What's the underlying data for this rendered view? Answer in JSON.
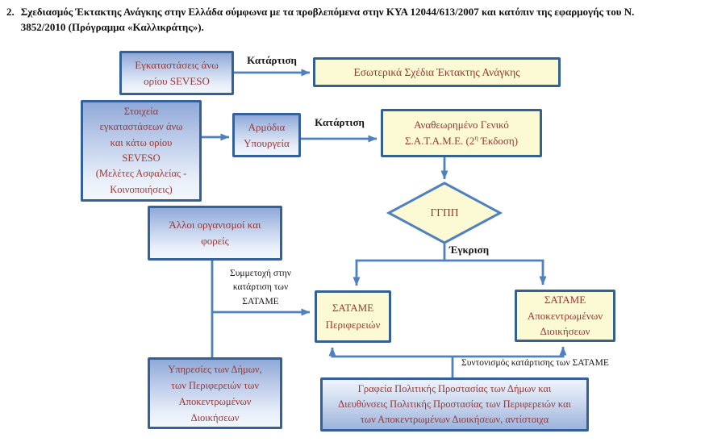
{
  "title": {
    "number": "2.",
    "text": [
      "Σχεδιασμός Έκτακτης Ανάγκης στην Ελλάδα σύμφωνα με τα προβλεπόμενα στην ΚΥΑ 12044/613/2007 και κατόπιν της εφαρμογής του Ν.",
      "3852/2010 (Πρόγραμμα «Καλλικράτης»)."
    ]
  },
  "nodes": {
    "seveso_upper": [
      "Εγκαταστάσεις άνω",
      "ορίου SEVESO"
    ],
    "internal_plans": "Εσωτερικά Σχέδια Έκτακτης Ανάγκης",
    "facilities_data": [
      "Στοιχεία",
      "εγκαταστάσεων άνω",
      "και κάτω ορίου",
      "SEVESO",
      "(Μελέτες Ασφαλείας -",
      "Κοινοποιήσεις)"
    ],
    "ministries": [
      "Αρμόδια",
      "Υπουργεία"
    ],
    "revised_satame": {
      "line1": "Αναθεωρημένο Γενικό",
      "line2_pre": "Σ.Α.Τ.Α.Μ.Ε. (2",
      "line2_sup": "η",
      "line2_post": " Έκδοση)"
    },
    "ggpp": "ΓΓΠΠ",
    "other_orgs": [
      "Άλλοι οργανισμοί και",
      "φορείς"
    ],
    "satame_regions": [
      "ΣΑΤΑΜΕ",
      "Περιφερειών"
    ],
    "satame_decentralized": [
      "ΣΑΤΑΜΕ",
      "Αποκεντρωμένων",
      "Διοικήσεων"
    ],
    "municipal_services": [
      "Υπηρεσίες των Δήμων,",
      "των Περιφερειών των",
      "Αποκεντρωμένων",
      "Διοικήσεων"
    ],
    "civil_protection_offices": [
      "Γραφεία Πολιτικής Προστασίας των Δήμων και",
      "Διευθύνσεις Πολιτικής Προστασίας των Περιφερειών και",
      "των Αποκεντρωμένων Διοικήσεων, αντίστοιχα"
    ]
  },
  "edge_labels": {
    "katartisi_1": "Κατάρτιση",
    "katartisi_2": "Κατάρτιση",
    "egkrisi": "Έγκριση",
    "symmetochi": [
      "Συμμετοχή στην",
      "κατάρτιση των",
      "ΣΑΤΑΜΕ"
    ],
    "syntonismos": "Συντονισμός κατάρτισης των ΣΑΤΑΜΕ"
  },
  "colors": {
    "arrow": "#4f81bd",
    "box_border_blue": "#35619b",
    "box_fill_yellow": "#fcf9d5",
    "text_dark_red": "#963735",
    "text_black": "#141414"
  }
}
